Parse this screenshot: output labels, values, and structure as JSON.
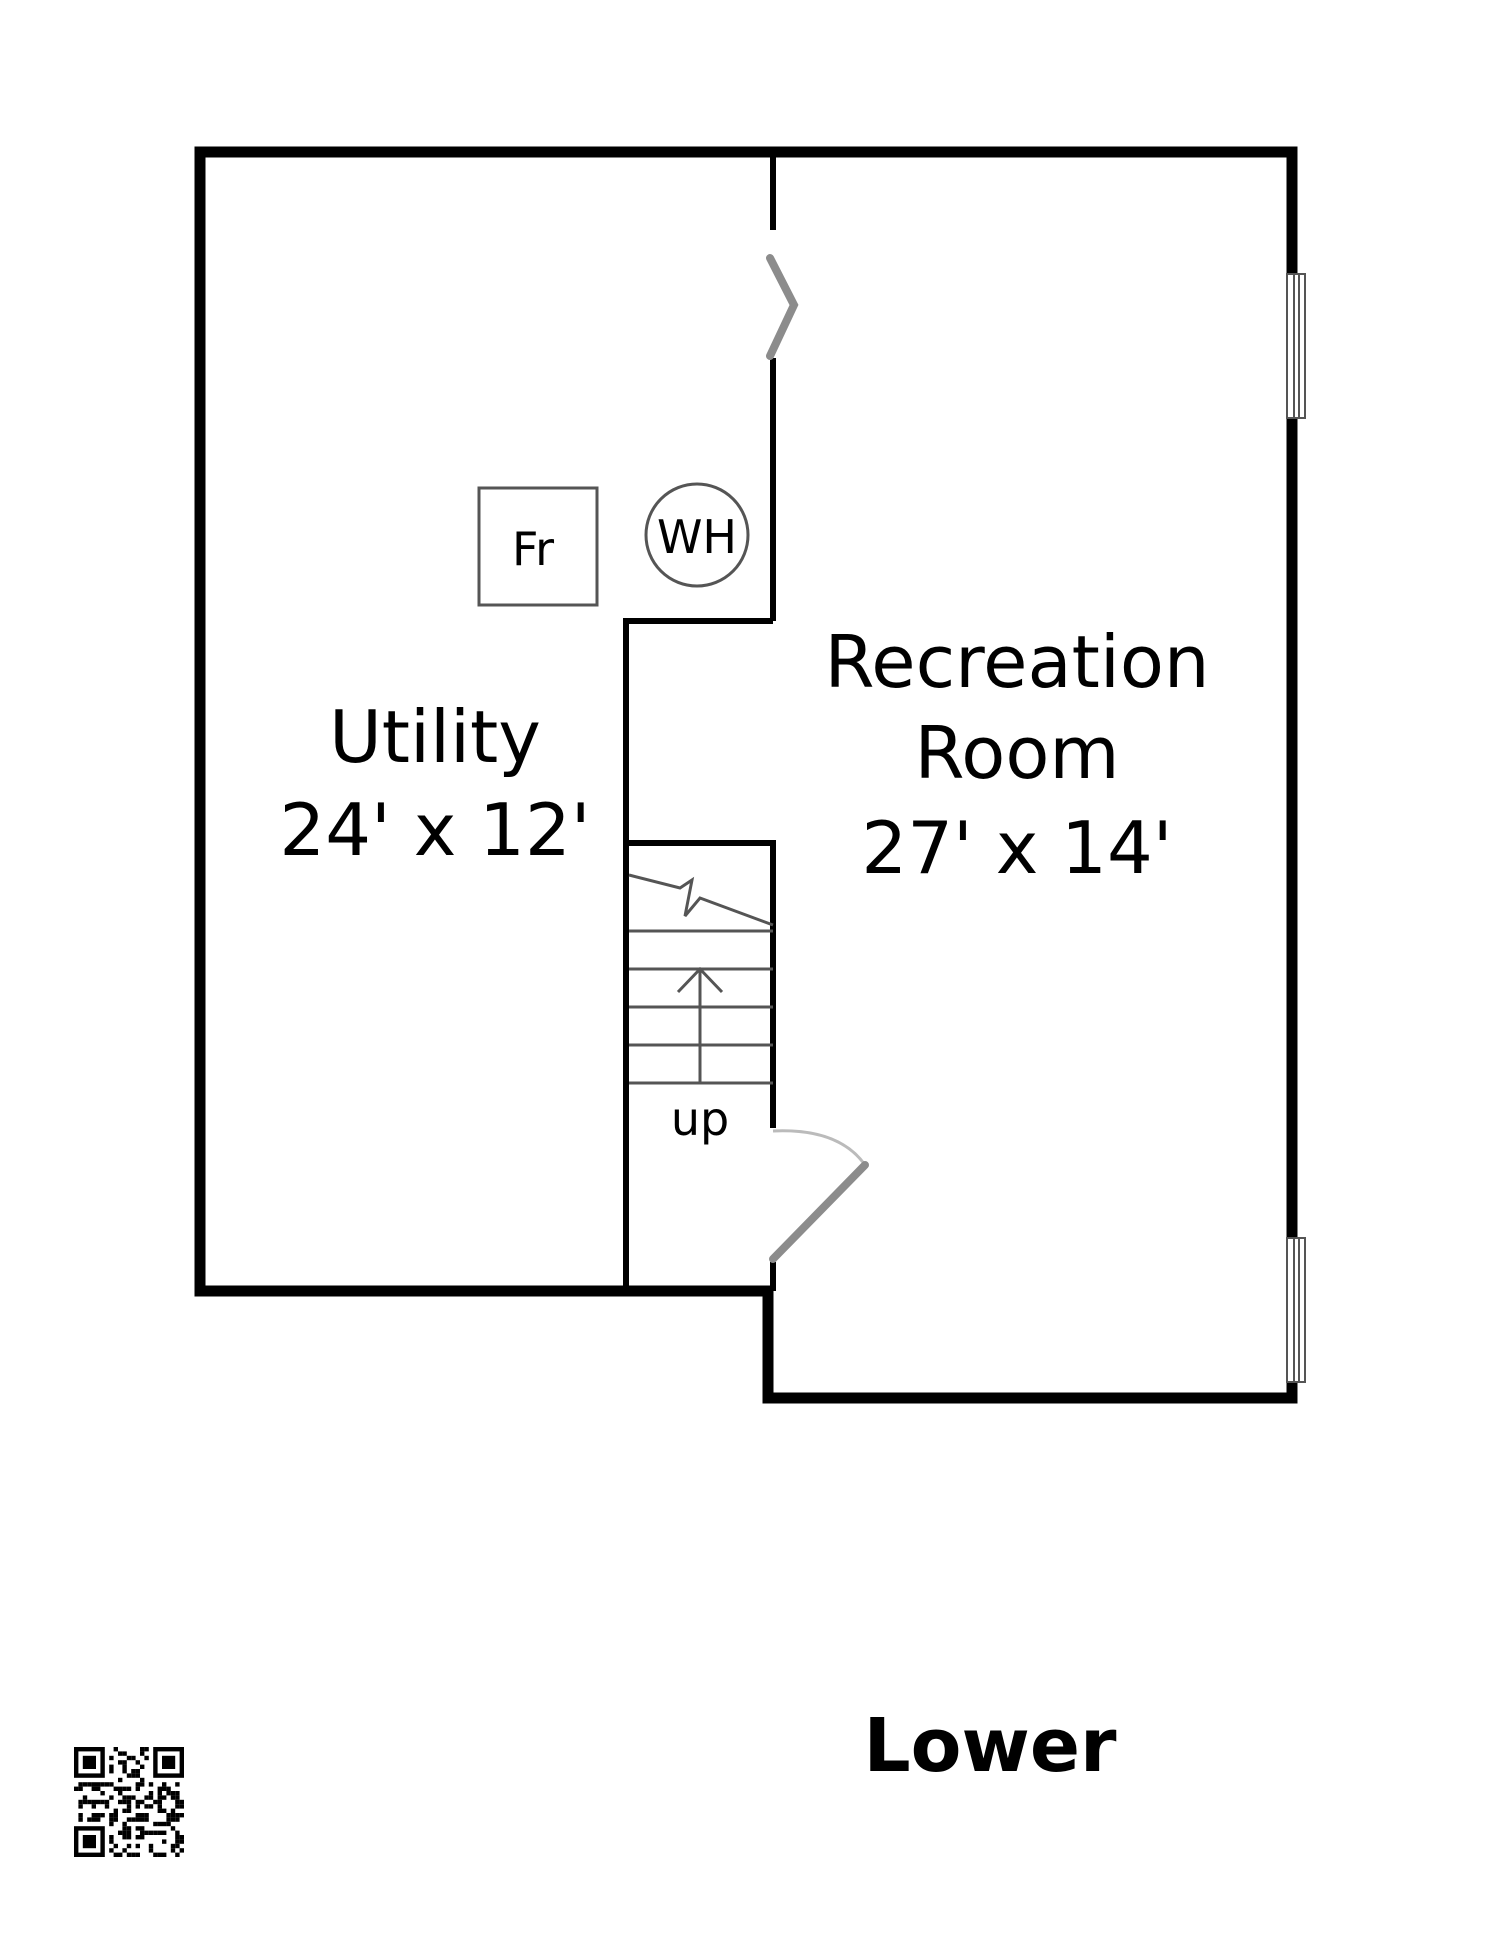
{
  "floor_name": "Lower",
  "rooms": [
    {
      "name": "Utility",
      "dimensions": "24' x 12'"
    },
    {
      "name_line1": "Recreation",
      "name_line2": "Room",
      "dimensions": "27' x 14'"
    }
  ],
  "fixtures": {
    "furnace": "Fr",
    "water_heater": "WH",
    "stairs": "up"
  },
  "colors": {
    "wall": "#000000",
    "door": "#8c8c8c",
    "fixture": "#555555"
  }
}
